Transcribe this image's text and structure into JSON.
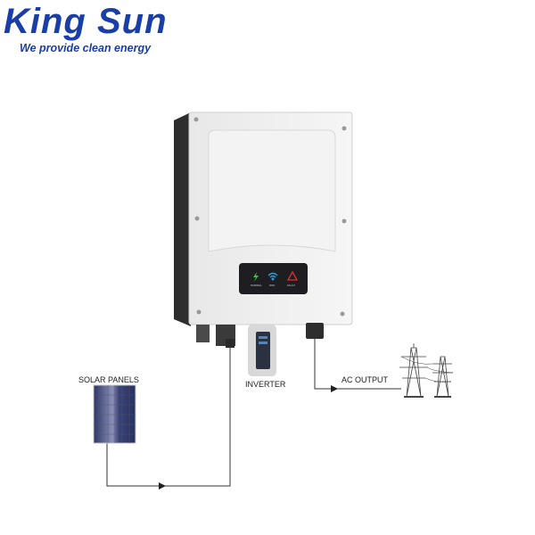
{
  "logo": {
    "brand": "King Sun",
    "tagline": "We provide clean energy",
    "color": "#1a3ea8"
  },
  "diagram": {
    "labels": {
      "solar": "SOLAR PANELS",
      "inverter": "INVERTER",
      "ac_output": "AC OUTPUT"
    },
    "indicators": [
      {
        "label": "NORMAL",
        "icon": "lightning-icon",
        "color": "#3fbf3f"
      },
      {
        "label": "WIFI",
        "icon": "wifi-icon",
        "color": "#2aa0e0"
      },
      {
        "label": "FAULT",
        "icon": "warning-icon",
        "color": "#d93030"
      }
    ]
  }
}
